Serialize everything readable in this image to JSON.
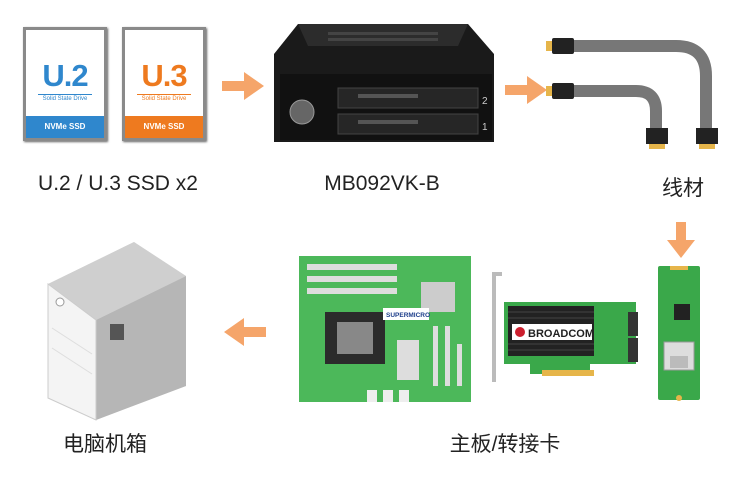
{
  "colors": {
    "blue": "#2f87cd",
    "orange": "#ee7a1f",
    "arrow": "#f5a56a",
    "pcb": "#3aa84a"
  },
  "steps": [
    {
      "label": "U.2 / U.3 SSD x2"
    },
    {
      "label": "MB092VK-B"
    },
    {
      "label": "线材"
    },
    {
      "label": "主板/转接卡"
    },
    {
      "label": "电脑机箱"
    }
  ],
  "ssd": [
    {
      "name": "U.2",
      "sub": "Solid State Drive",
      "bar": "NVMe SSD"
    },
    {
      "name": "U.3",
      "sub": "Solid State Drive",
      "bar": "NVMe SSD"
    }
  ],
  "enclosure": {
    "bay_numbers": [
      "2",
      "1"
    ]
  },
  "motherboard": {
    "brand": "SUPERMICRO"
  },
  "adapter": {
    "brand": "BROADCOM"
  }
}
